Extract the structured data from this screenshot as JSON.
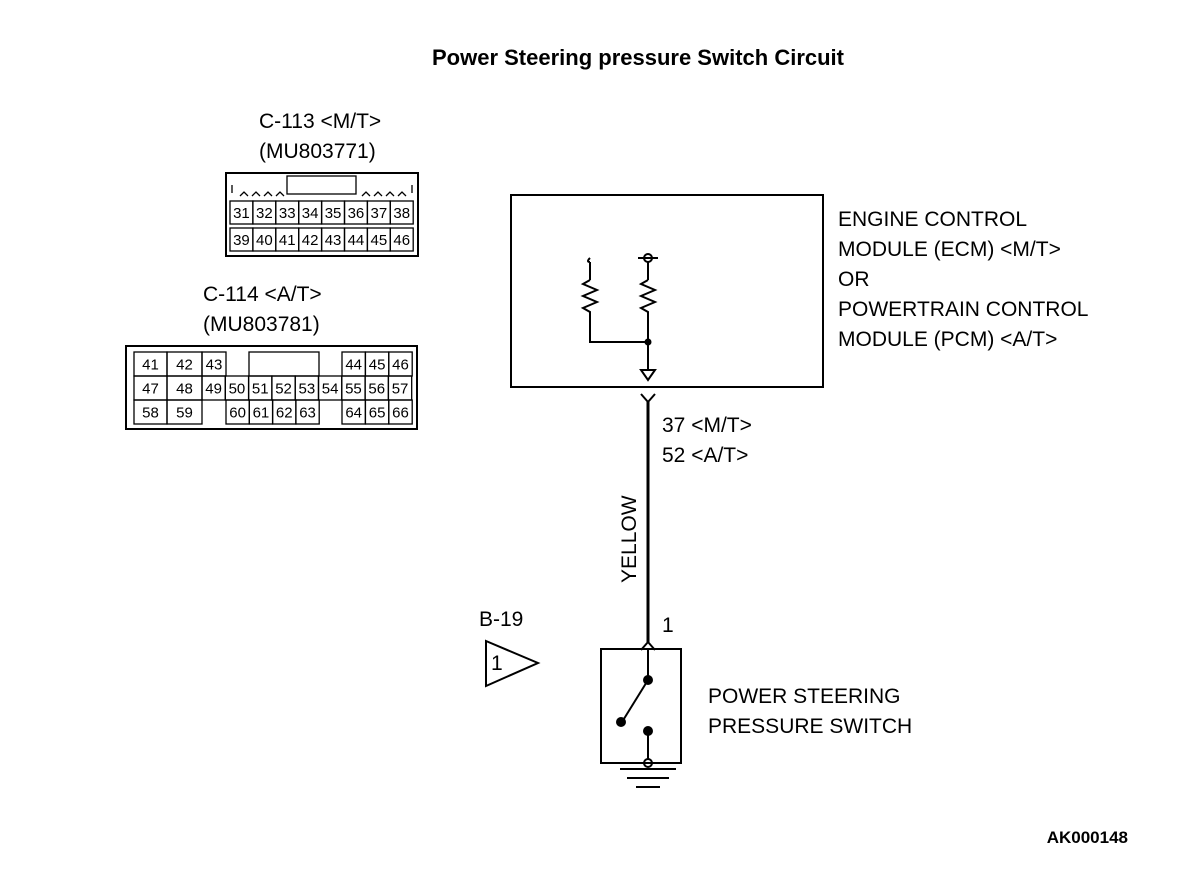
{
  "title": "Power Steering pressure Switch Circuit",
  "connector_c113": {
    "name": "C-113 <M/T>",
    "part": "(MU803771)",
    "row1": [
      "31",
      "32",
      "33",
      "34",
      "35",
      "36",
      "37",
      "38"
    ],
    "row2": [
      "39",
      "40",
      "41",
      "42",
      "43",
      "44",
      "45",
      "46"
    ]
  },
  "connector_c114": {
    "name": "C-114 <A/T>",
    "part": "(MU803781)",
    "row1_left": [
      "41",
      "42",
      "43"
    ],
    "row1_right": [
      "44",
      "45",
      "46"
    ],
    "row2": [
      "47",
      "48",
      "49",
      "50",
      "51",
      "52",
      "53",
      "54",
      "55",
      "56",
      "57"
    ],
    "row3_left": [
      "58",
      "59"
    ],
    "row3_mid": [
      "60",
      "61",
      "62",
      "63"
    ],
    "row3_right": [
      "64",
      "65",
      "66"
    ]
  },
  "ecm": {
    "line1": "ENGINE CONTROL",
    "line2": "MODULE (ECM) <M/T>",
    "line3": "OR",
    "line4": "POWERTRAIN CONTROL",
    "line5": "MODULE (PCM) <A/T>",
    "pin_mt": "37 <M/T>",
    "pin_at": "52 <A/T>"
  },
  "wire": {
    "color_label": "YELLOW"
  },
  "switch": {
    "line1": "POWER STEERING",
    "line2": "PRESSURE SWITCH",
    "pin": "1",
    "connector": "B-19",
    "connector_pin": "1"
  },
  "figure_id": "AK000148"
}
